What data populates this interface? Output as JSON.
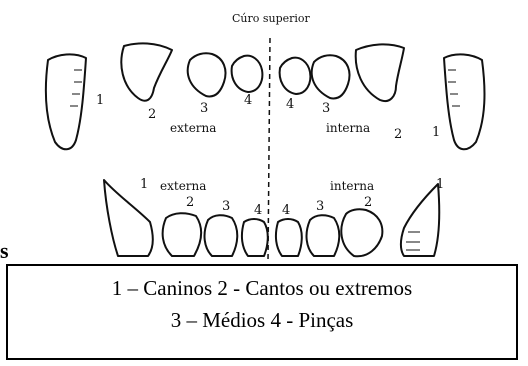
{
  "diagram": {
    "title": "Cúro superior",
    "upper_labels": {
      "external": "externa",
      "internal": "interna",
      "numbers": [
        "1",
        "2",
        "3",
        "4",
        "4",
        "3",
        "2",
        "1"
      ]
    },
    "lower_labels": {
      "external": "externa",
      "internal": "interna",
      "numbers": [
        "1",
        "2",
        "3",
        "4",
        "4",
        "3",
        "2",
        "1"
      ]
    }
  },
  "stray_char": "s",
  "caption": {
    "line1": "1 – Caninos   2 - Cantos ou extremos",
    "line2": "3 – Médios   4 - Pinças"
  }
}
